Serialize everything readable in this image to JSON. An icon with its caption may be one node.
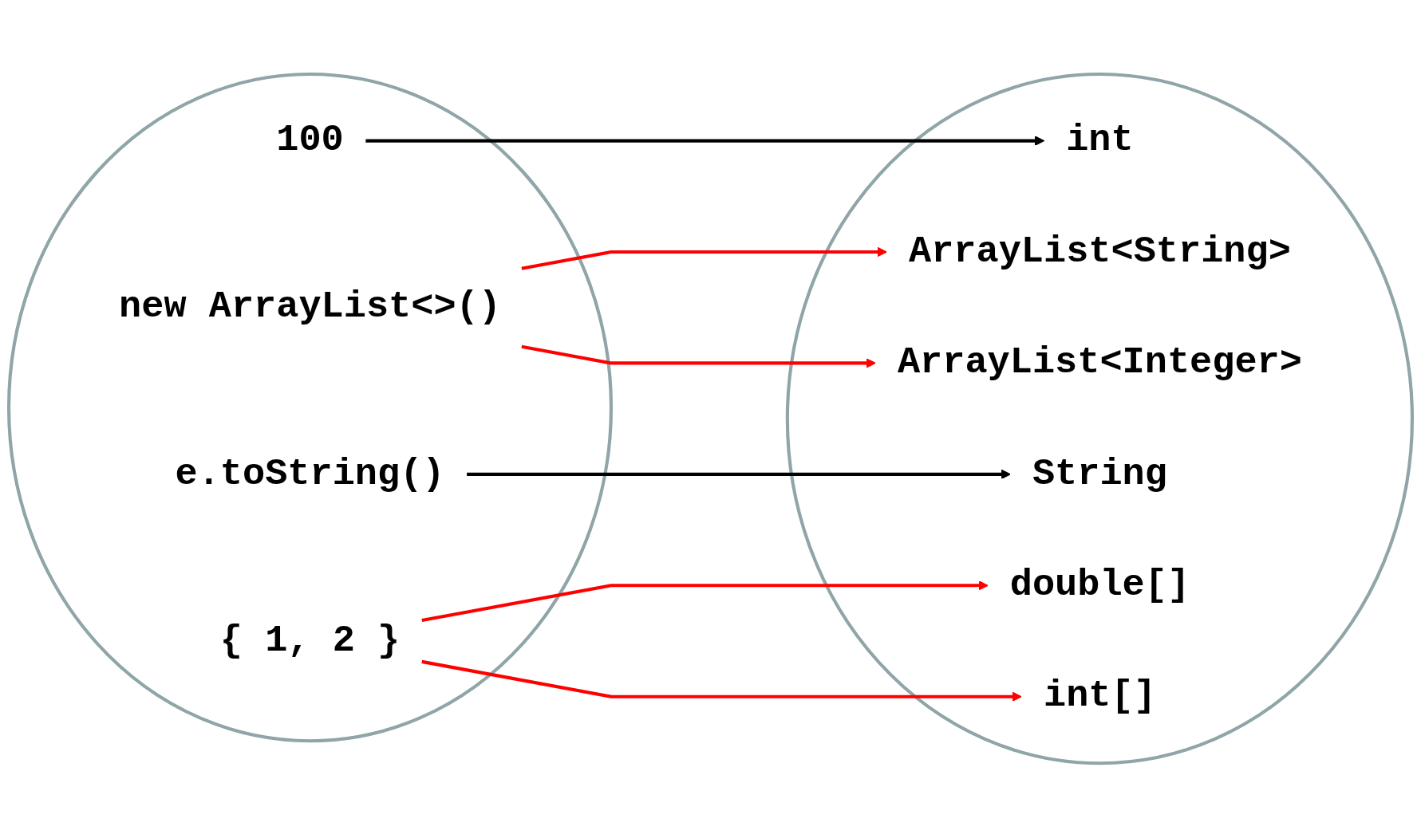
{
  "diagram": {
    "nodes": [
      {
        "text": [],
        "shape": "ellipse"
      },
      {
        "text": [
          "100"
        ],
        "in": 0
      },
      {
        "text": [
          "new ArrayList<>()"
        ],
        "in": 0
      },
      {
        "text": [
          "e.toString()"
        ],
        "in": 0
      },
      {
        "text": [
          "{ 1, 2 }"
        ],
        "in": 0
      },
      {
        "text": [],
        "shape": "ellipse"
      },
      {
        "text": [
          "int"
        ],
        "in": 5
      },
      {
        "text": [
          "ArrayList<String>"
        ],
        "in": 5
      },
      {
        "text": [
          "ArrayList<Integer>"
        ],
        "in": 5
      },
      {
        "text": [
          "String"
        ],
        "in": 5
      },
      {
        "text": [
          "double[]"
        ],
        "in": 5
      },
      {
        "text": [
          "int[]"
        ],
        "in": 5
      }
    ],
    "edges": [
      {
        "from": 1,
        "to": 6,
        "arrow": "to",
        "color": "#000000"
      },
      {
        "from": 2,
        "to": 7,
        "arrow": "to",
        "color": "#ff0000"
      },
      {
        "from": 2,
        "to": 8,
        "arrow": "to",
        "color": "#ff0000"
      },
      {
        "from": 3,
        "to": 9,
        "arrow": "to",
        "color": "#000000"
      },
      {
        "from": 4,
        "to": 10,
        "arrow": "to",
        "color": "#ff0000"
      },
      {
        "from": 4,
        "to": 11,
        "arrow": "to",
        "color": "#ff0000"
      }
    ]
  }
}
